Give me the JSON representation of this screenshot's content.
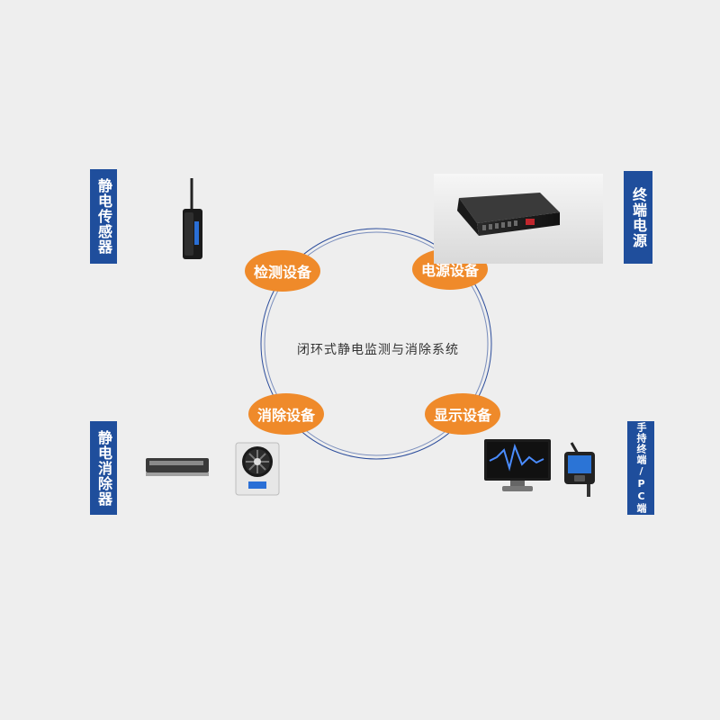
{
  "center_title": "闭环式静电监测与消除系统",
  "labels": {
    "top_left": "静电传感器",
    "top_right": "终端电源",
    "bottom_left": "静电消除器",
    "bottom_right": "手持终端/PC端"
  },
  "pills": {
    "detect": "检测设备",
    "power": "电源设备",
    "eliminate": "消除设备",
    "display": "显示设备"
  },
  "colors": {
    "background": "#eeeeee",
    "label_blue": "#1f4e9c",
    "pill_orange": "#ef8a2a",
    "ring_blue": "#2b4c9b"
  },
  "icons": [
    "static-sensor-device-icon",
    "terminal-power-unit-icon",
    "ion-bar-icon",
    "ion-fan-icon",
    "monitor-icon",
    "handheld-terminal-icon"
  ]
}
